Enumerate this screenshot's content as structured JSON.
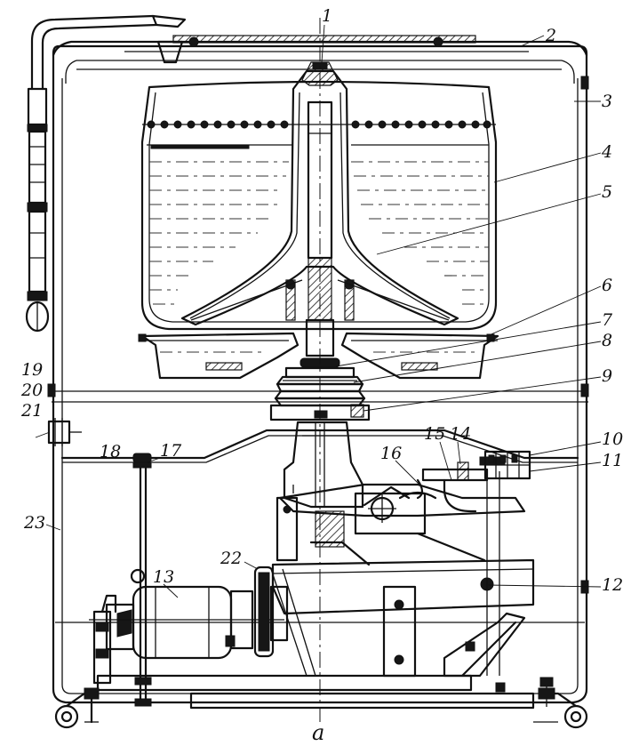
{
  "figure": {
    "view_label": "a"
  },
  "callouts": [
    {
      "id": "1",
      "text": "1"
    },
    {
      "id": "2",
      "text": "2"
    },
    {
      "id": "3",
      "text": "3"
    },
    {
      "id": "4",
      "text": "4"
    },
    {
      "id": "5",
      "text": "5"
    },
    {
      "id": "6",
      "text": "6"
    },
    {
      "id": "7",
      "text": "7"
    },
    {
      "id": "8",
      "text": "8"
    },
    {
      "id": "9",
      "text": "9"
    },
    {
      "id": "10",
      "text": "10"
    },
    {
      "id": "11",
      "text": "11"
    },
    {
      "id": "12",
      "text": "12"
    },
    {
      "id": "13",
      "text": "13"
    },
    {
      "id": "14",
      "text": "14"
    },
    {
      "id": "15",
      "text": "15"
    },
    {
      "id": "16",
      "text": "16"
    },
    {
      "id": "17",
      "text": "17"
    },
    {
      "id": "18",
      "text": "18"
    },
    {
      "id": "19",
      "text": "19"
    },
    {
      "id": "20",
      "text": "20"
    },
    {
      "id": "21",
      "text": "21"
    },
    {
      "id": "22",
      "text": "22"
    },
    {
      "id": "23",
      "text": "23"
    }
  ]
}
